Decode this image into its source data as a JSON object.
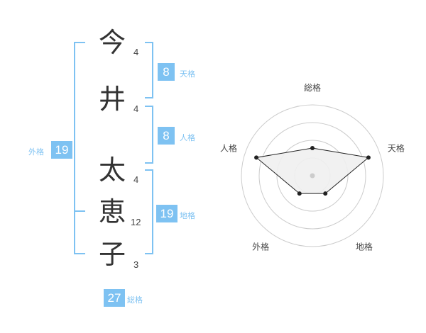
{
  "name": {
    "chars": [
      {
        "char": "今",
        "strokes": "4"
      },
      {
        "char": "井",
        "strokes": "4"
      },
      {
        "char": "太",
        "strokes": "4"
      },
      {
        "char": "恵",
        "strokes": "12"
      },
      {
        "char": "子",
        "strokes": "3"
      }
    ]
  },
  "fortune": {
    "tenkaku": {
      "value": "8",
      "label": "天格"
    },
    "jinkaku": {
      "value": "8",
      "label": "人格"
    },
    "chikaku": {
      "value": "19",
      "label": "地格"
    },
    "gaikaku": {
      "value": "19",
      "label": "外格"
    },
    "soukaku": {
      "value": "27",
      "label": "総格"
    }
  },
  "colors": {
    "accent": "#7ec2f2",
    "text": "#333333",
    "grid": "#cccccc",
    "fill": "#f0f0f0"
  },
  "chart_data": {
    "type": "radar",
    "axes": [
      "総格",
      "天格",
      "地格",
      "外格",
      "人格"
    ],
    "values": [
      0.39,
      0.83,
      0.31,
      0.31,
      0.83
    ],
    "rings": 4,
    "range": [
      0,
      1
    ]
  }
}
